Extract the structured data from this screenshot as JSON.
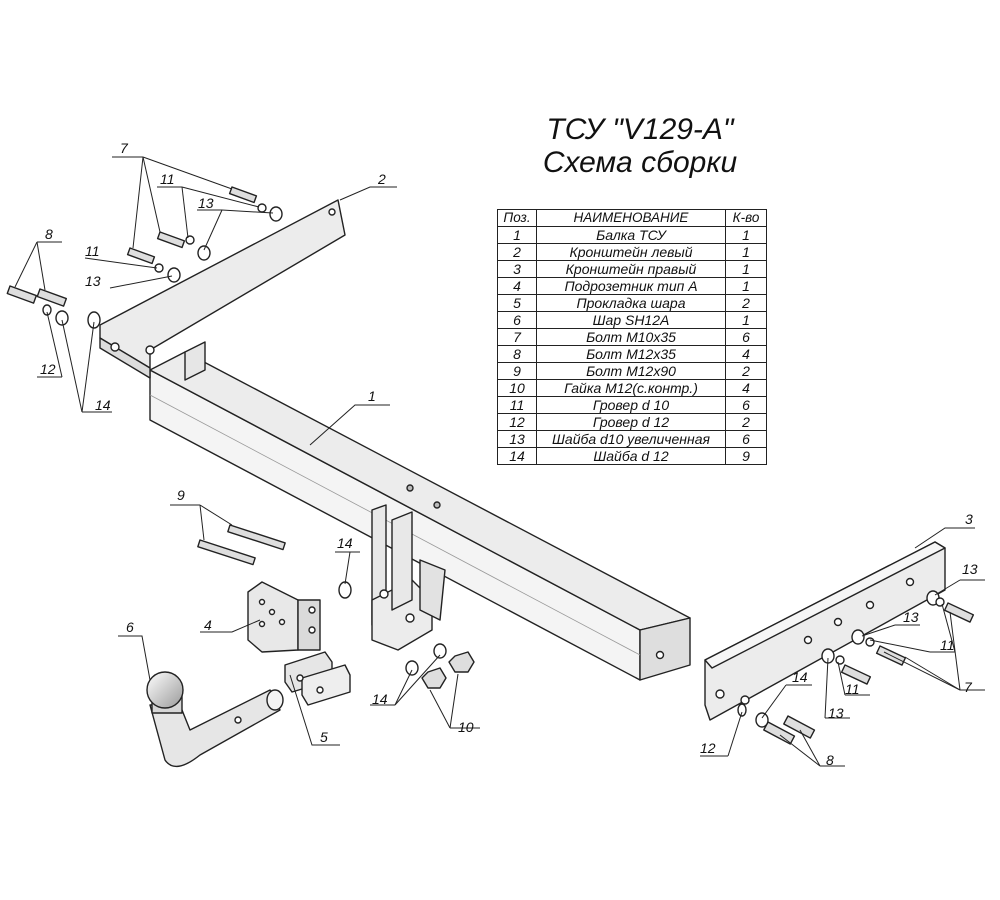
{
  "title": "ТСУ \"V129-A\"",
  "subtitle": "Схема сборки",
  "table": {
    "headers": [
      "Поз.",
      "НАИМЕНОВАНИЕ",
      "К-во"
    ],
    "rows": [
      [
        "1",
        "Балка ТСУ",
        "1"
      ],
      [
        "2",
        "Кронштейн левый",
        "1"
      ],
      [
        "3",
        "Кронштейн правый",
        "1"
      ],
      [
        "4",
        "Подрозетник тип А",
        "1"
      ],
      [
        "5",
        "Прокладка шара",
        "2"
      ],
      [
        "6",
        "Шар SH12A",
        "1"
      ],
      [
        "7",
        "Болт М10х35",
        "6"
      ],
      [
        "8",
        "Болт М12х35",
        "4"
      ],
      [
        "9",
        "Болт М12х90",
        "2"
      ],
      [
        "10",
        "Гайка М12(с.контр.)",
        "4"
      ],
      [
        "11",
        "Гровер d 10",
        "6"
      ],
      [
        "12",
        "Гровер d 12",
        "2"
      ],
      [
        "13",
        "Шайба d10 увеличенная",
        "6"
      ],
      [
        "14",
        "Шайба d 12",
        "9"
      ]
    ]
  },
  "callouts": [
    "1",
    "2",
    "3",
    "4",
    "5",
    "6",
    "7",
    "8",
    "9",
    "10",
    "11",
    "12",
    "13",
    "14"
  ]
}
